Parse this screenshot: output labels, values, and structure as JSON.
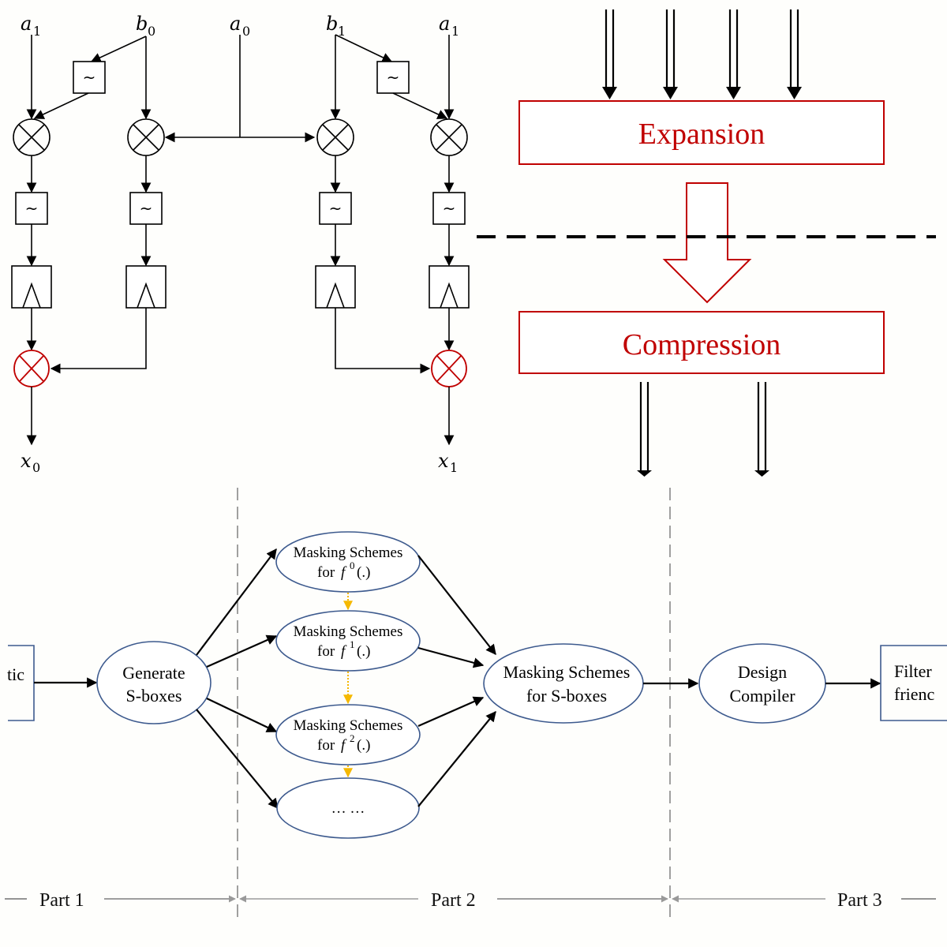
{
  "panel_circuit": {
    "inputs": [
      {
        "var": "a",
        "sub": "1"
      },
      {
        "var": "b",
        "sub": "0"
      },
      {
        "var": "a",
        "sub": "0"
      },
      {
        "var": "b",
        "sub": "1"
      },
      {
        "var": "a",
        "sub": "1"
      }
    ],
    "outputs": [
      {
        "var": "x",
        "sub": "0"
      },
      {
        "var": "x",
        "sub": "1"
      }
    ],
    "not_gate_symbol": "~",
    "multiplier_color": "#000000",
    "output_multiplier_color": "#c00000"
  },
  "panel_expansion": {
    "expansion_label": "Expansion",
    "compression_label": "Compression",
    "accent_color": "#c00000"
  },
  "panel_flow": {
    "left_box_partial": [
      "tic",
      ""
    ],
    "generate_node": [
      "Generate",
      "S-boxes"
    ],
    "masking_nodes": [
      {
        "line1": "Masking Schemes",
        "line2_prefix": "for ",
        "func": "f",
        "sup": "0",
        "line2_suffix": "(.)"
      },
      {
        "line1": "Masking Schemes",
        "line2_prefix": "for ",
        "func": "f",
        "sup": "1",
        "line2_suffix": "(.)"
      },
      {
        "line1": "Masking Schemes",
        "line2_prefix": "for ",
        "func": "f",
        "sup": "2",
        "line2_suffix": "(.)"
      }
    ],
    "ellipsis_node": "… …",
    "masking_sboxes_node": [
      "Masking Schemes",
      "for S-boxes"
    ],
    "design_compiler_node": [
      "Design",
      "Compiler"
    ],
    "right_box_partial": [
      "Filter",
      "frienc"
    ],
    "parts": [
      "Part 1",
      "Part 2",
      "Part 3"
    ],
    "node_border_color": "#3d5a8e",
    "dotted_arrow_color": "#f5b800"
  }
}
